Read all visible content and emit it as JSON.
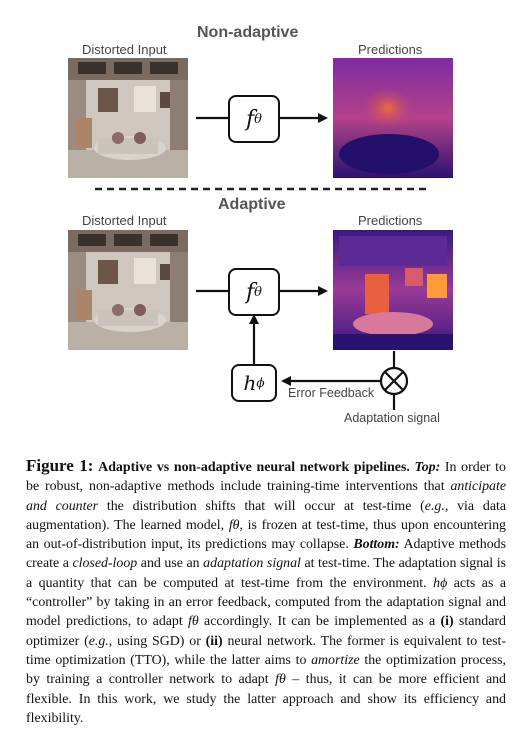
{
  "figure": {
    "top_heading": "Non-adaptive",
    "bottom_heading": "Adaptive",
    "input_label": "Distorted Input",
    "pred_label": "Predictions",
    "f_theta": "f",
    "f_sub": "θ",
    "h_phi": "h",
    "h_sub": "ϕ",
    "error_feedback": "Error Feedback",
    "adaptation_signal": "Adaptation signal",
    "colors": {
      "pred_dark": "#22106a",
      "pred_mid": "#7e2ba0",
      "pred_hot": "#f06a3c"
    }
  },
  "caption": {
    "figure_label": "Figure 1:",
    "title": "Adaptive vs non-adaptive neural network pipelines.",
    "top_label": "Top:",
    "seg1": " In order to be robust, non-adaptive methods include training-time interventions that ",
    "em1": "anticipate and counter",
    "seg2": " the distribution shifts that will occur at test-time (",
    "em2": "e.g.",
    "seg3": ", via data augmentation). The learned model, ",
    "math_f": "fθ",
    "seg4": ", is frozen at test-time, thus upon encountering an out-of-distribution input, its predictions may collapse. ",
    "bottom_label": "Bottom:",
    "seg5": " Adaptive methods create a ",
    "em3": "closed-loop",
    "seg6": " and use an ",
    "em4": "adaptation signal",
    "seg7": " at test-time. The adaptation signal is a quantity that can be computed at test-time from the environment. ",
    "math_h": "hϕ",
    "seg8": " acts as a “controller” by taking in an error feedback, computed from the adaptation signal and model predictions, to adapt ",
    "math_f2": "fθ",
    "seg9": " accordingly. It can be implemented as a ",
    "b1": "(i)",
    "seg10": " standard optimizer (",
    "em5": "e.g.",
    "seg11": ", using SGD) or ",
    "b2": "(ii)",
    "seg12": " neural network. The former is equivalent to test-time optimization (TTO), while the latter aims to ",
    "em6": "amortize",
    "seg13": " the optimization process, by training a controller network to adapt ",
    "math_f3": "fθ",
    "seg14": " – thus, it can be more efficient and flexible. In this work, we study the latter approach and show its efficiency and flexibility."
  }
}
